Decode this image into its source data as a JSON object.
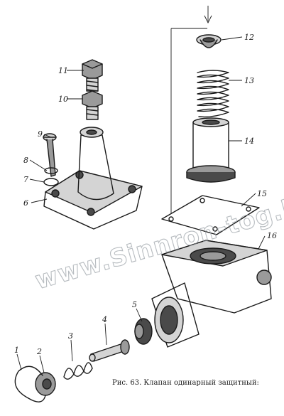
{
  "caption": "Рис. 63. Клапан одинарный защитный:",
  "watermark": "www.Sinnron-tog.kz",
  "callouts": [
    "1",
    "2",
    "3",
    "4",
    "5",
    "6",
    "7",
    "8",
    "9",
    "10",
    "11",
    "12",
    "13",
    "14",
    "15",
    "16"
  ]
}
